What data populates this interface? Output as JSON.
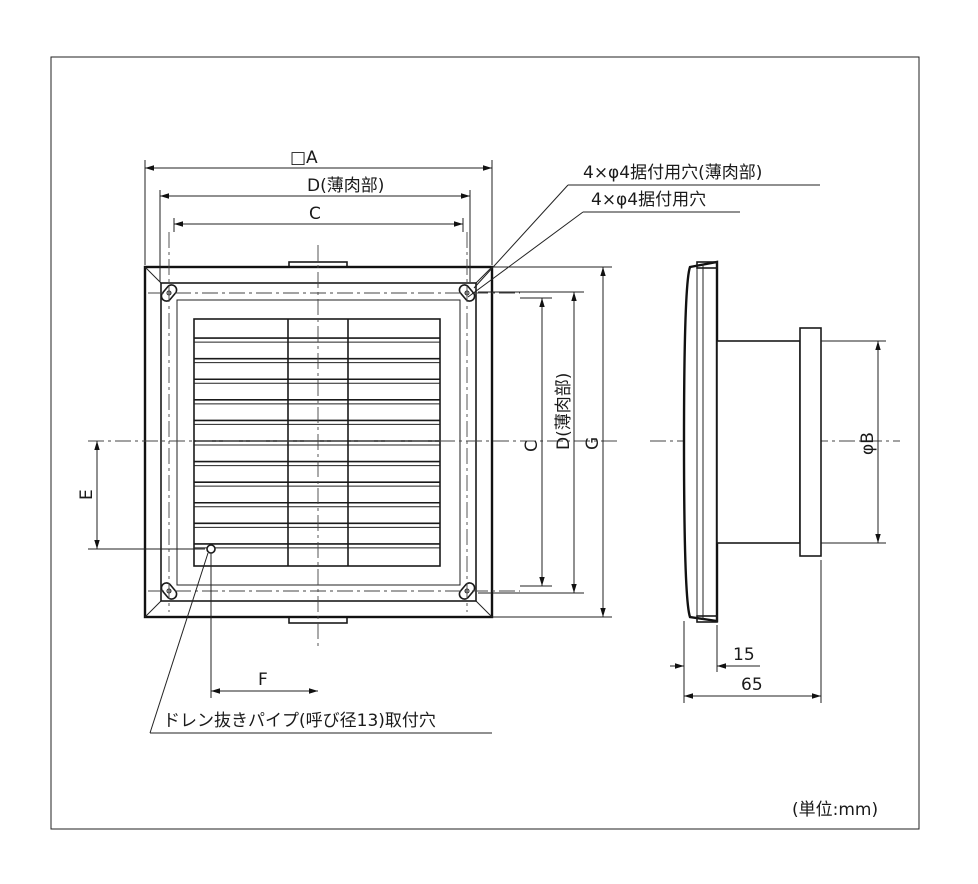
{
  "labels": {
    "dim_a": "□A",
    "dim_d_top": "D(薄肉部)",
    "dim_c_top": "C",
    "hole_thin": "4×φ4据付用穴(薄肉部)",
    "hole": "4×φ4据付用穴",
    "dim_c_side": "C",
    "dim_d_side": "D(薄肉部)",
    "dim_g": "G",
    "dim_e": "E",
    "dim_f": "F",
    "dim_phi_b": "φB",
    "dim_15": "15",
    "dim_65": "65",
    "drain": "ドレン抜きパイプ(呼び径13)取付穴",
    "unit": "(単位:mm)"
  }
}
